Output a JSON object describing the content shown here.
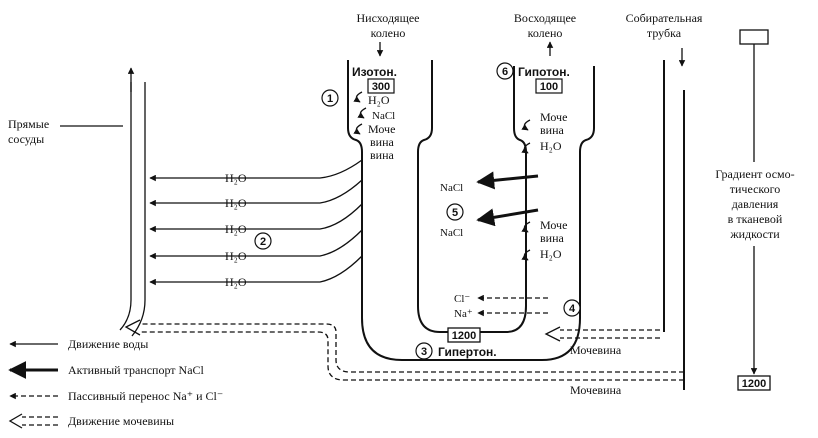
{
  "labels": {
    "descending_limb": [
      "Нисходящее",
      "колено"
    ],
    "ascending_limb": [
      "Восходящее",
      "колено"
    ],
    "collecting_duct": [
      "Собирательная",
      "трубка"
    ],
    "vasa_recta": [
      "Прямые",
      "сосуды"
    ],
    "isotonic": "Изотон.",
    "hypotonic": "Гипотон.",
    "hypertonic": "Гипертон.",
    "urea_stack": [
      "Моче",
      "вина"
    ],
    "urea_bottom_1": "Мочевина",
    "urea_bottom_2": "Мочевина",
    "gradient": [
      "Градиент осмо-",
      "тического",
      "давления",
      "в тканевой",
      "жидкости"
    ]
  },
  "values": {
    "iso_value": "300",
    "hypo_value": "100",
    "hyper_value": "1200",
    "gradient_value": "1200"
  },
  "chem": {
    "h2o": "H₂O",
    "nacl": "NaCl",
    "cl": "Cl⁻",
    "na": "Na⁺"
  },
  "markers": {
    "m1": "1",
    "m2": "2",
    "m3": "3",
    "m4": "4",
    "m5": "5",
    "m6": "6"
  },
  "legend": {
    "water": "Движение воды",
    "active": "Активный транспорт  NaCl",
    "passive": "Пассивный перенос  Na⁺ и Cl⁻",
    "urea": "Движение мочевины"
  }
}
